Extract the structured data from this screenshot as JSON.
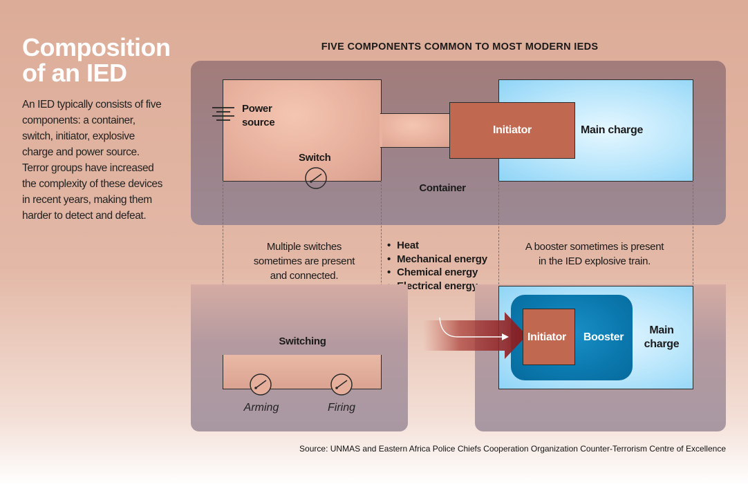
{
  "title_line1": "Composition",
  "title_line2": "of an IED",
  "intro": "An IED typically consists of five components: a container, switch, initiator, explosive charge and power source. Terror groups have increased the complexity of these devices in recent years, making them harder to detect and defeat.",
  "heading": "FIVE COMPONENTS COMMON TO MOST MODERN IEDS",
  "top_diagram": {
    "power_line1": "Power",
    "power_line2": "source",
    "switch": "Switch",
    "initiator": "Initiator",
    "main_charge": "Main charge",
    "container": "Container"
  },
  "notes": {
    "switches_line1": "Multiple switches",
    "switches_line2": "sometimes are present",
    "switches_line3": "and connected.",
    "energy": [
      "Heat",
      "Mechanical energy",
      "Chemical energy",
      "Electrical energy"
    ],
    "booster_line1": "A booster sometimes is present",
    "booster_line2": "in the IED explosive train."
  },
  "switching_diagram": {
    "title": "Switching",
    "arming": "Arming",
    "firing": "Firing"
  },
  "booster_diagram": {
    "initiator": "Initiator",
    "booster": "Booster",
    "main_line1": "Main",
    "main_line2": "charge"
  },
  "source": "Source: UNMAS and Eastern Africa Police Chiefs Cooperation Organization Counter-Terrorism Centre of Excellence",
  "colors": {
    "container_panel": "#9d8289",
    "circuit_fill": "#e6af9c",
    "initiator": "#c06850",
    "main_charge": "#b9e6fb",
    "booster": "#0a78ad",
    "energy_arrow": "#8a1c20"
  }
}
